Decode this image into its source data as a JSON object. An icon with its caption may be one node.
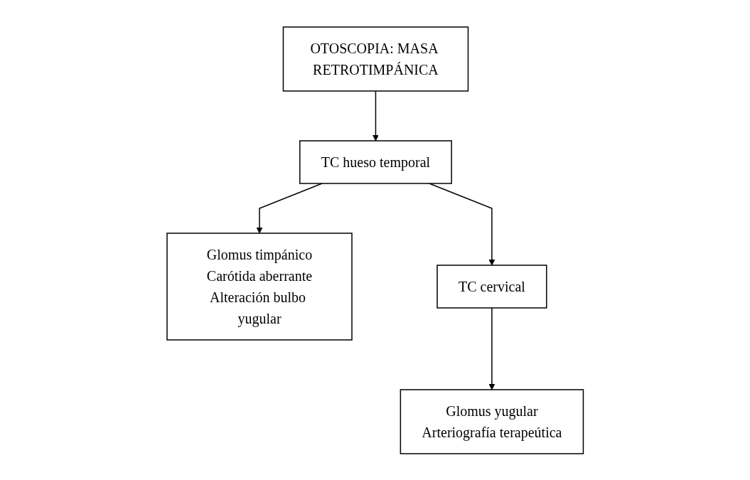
{
  "diagram": {
    "nodes": [
      {
        "text": [
          "OTOSCOPIA: MASA RETROTIMPÁNICA"
        ]
      },
      {
        "text": [
          "TC hueso temporal"
        ]
      },
      {
        "text": [
          "Glomus timpánico",
          "Carótida aberrante",
          "Alteración bulbo yugular"
        ]
      },
      {
        "text": [
          "TC cervical"
        ]
      },
      {
        "text": [
          "Glomus yugular",
          "Arteriografía terapeútica"
        ]
      }
    ],
    "edges": [
      {
        "from": 0,
        "to": 1,
        "arrow": "to"
      },
      {
        "from": 1,
        "to": 2,
        "arrow": "to"
      },
      {
        "from": 1,
        "to": 3,
        "arrow": "to"
      },
      {
        "from": 3,
        "to": 4,
        "arrow": "to"
      }
    ]
  }
}
